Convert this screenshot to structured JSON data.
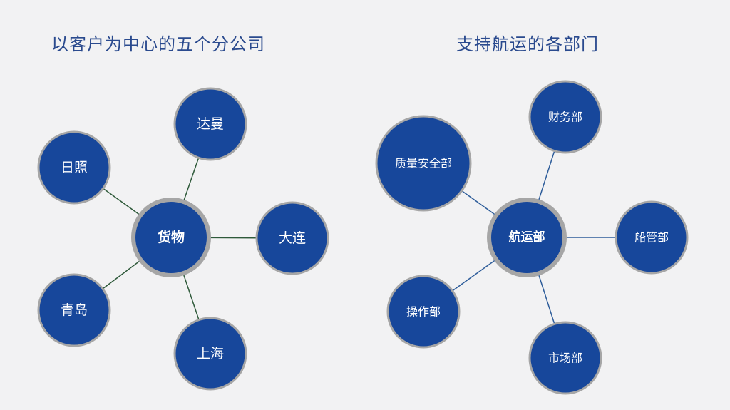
{
  "left": {
    "title": "以客户为中心的五个分公司",
    "hub": "货物",
    "nodes": [
      "达曼",
      "日照",
      "大连",
      "青岛",
      "上海"
    ]
  },
  "right": {
    "title": "支持航运的各部门",
    "hub": "航运部",
    "nodes": [
      "财务部",
      "质量安全部",
      "船管部",
      "操作部",
      "市场部"
    ]
  },
  "colors": {
    "title": "#2a4a8e",
    "node_fill": "#17479b",
    "node_border": "#a6a6a6",
    "left_connector": "#2f5a3a",
    "right_connector": "#2e5d9a",
    "background": "#f2f2f3"
  }
}
